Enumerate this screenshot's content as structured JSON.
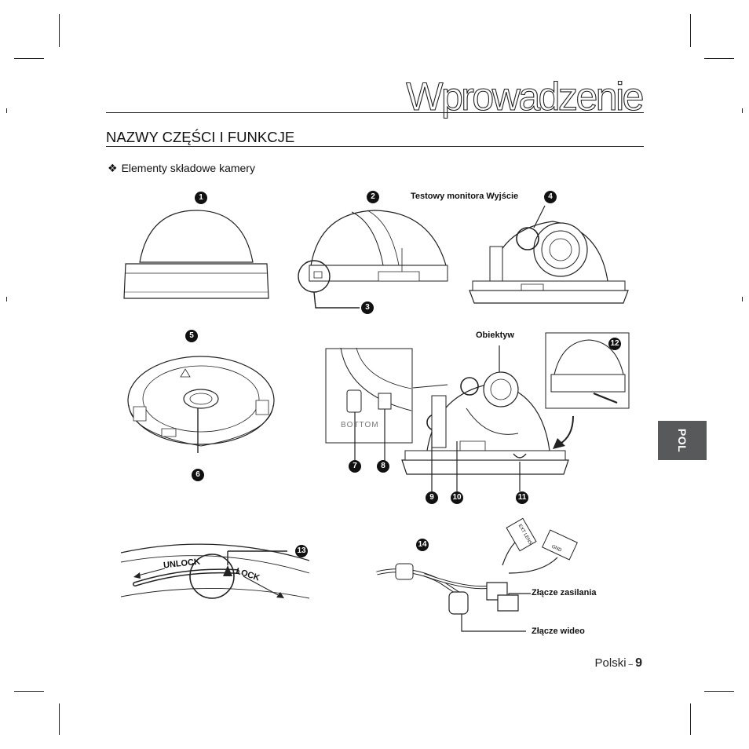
{
  "page": {
    "title": "Wprowadzenie",
    "section_heading": "NAZWY CZĘŚCI I FUNKCJE",
    "subsection": {
      "marker": "❖",
      "text": "Elementy składowe kamery"
    },
    "side_tab": "POL",
    "footer": {
      "language": "Polski",
      "separator": "–",
      "page_number": "9"
    }
  },
  "labels": {
    "test_monitor": "Testowy monitora Wyjście",
    "lens": "Obiektyw",
    "power_connector": "Złącze zasilania",
    "video_connector": "Złącze wideo",
    "unlock": "UNLOCK",
    "lock": "LOCK",
    "bottom": "BOTTOM",
    "ext_lens": "EXT LENS",
    "gnd": "GND"
  },
  "badges": [
    "1",
    "2",
    "3",
    "4",
    "5",
    "6",
    "7",
    "8",
    "9",
    "10",
    "11",
    "12",
    "13",
    "14"
  ],
  "colors": {
    "ink": "#1a1a1a",
    "tab_gray": "#58595b",
    "paper": "#ffffff"
  }
}
